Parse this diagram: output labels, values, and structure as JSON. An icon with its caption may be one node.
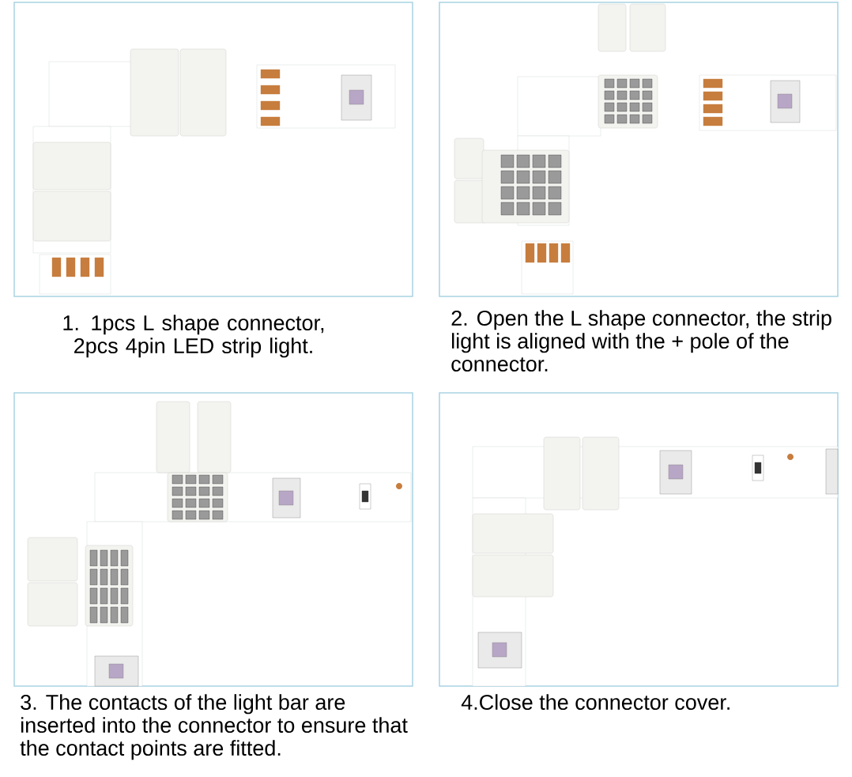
{
  "diagram": {
    "labels": [
      "1. 1pcs L shape connector, 2pcs 4pin LED strip light.",
      "2. Open the L shape connector, the strip light is aligned with the + pole of the connector.",
      "3. The contacts of the light bar are inserted into the connector to ensure that the contact points are fitted.",
      "4.Close the connector cover."
    ]
  }
}
